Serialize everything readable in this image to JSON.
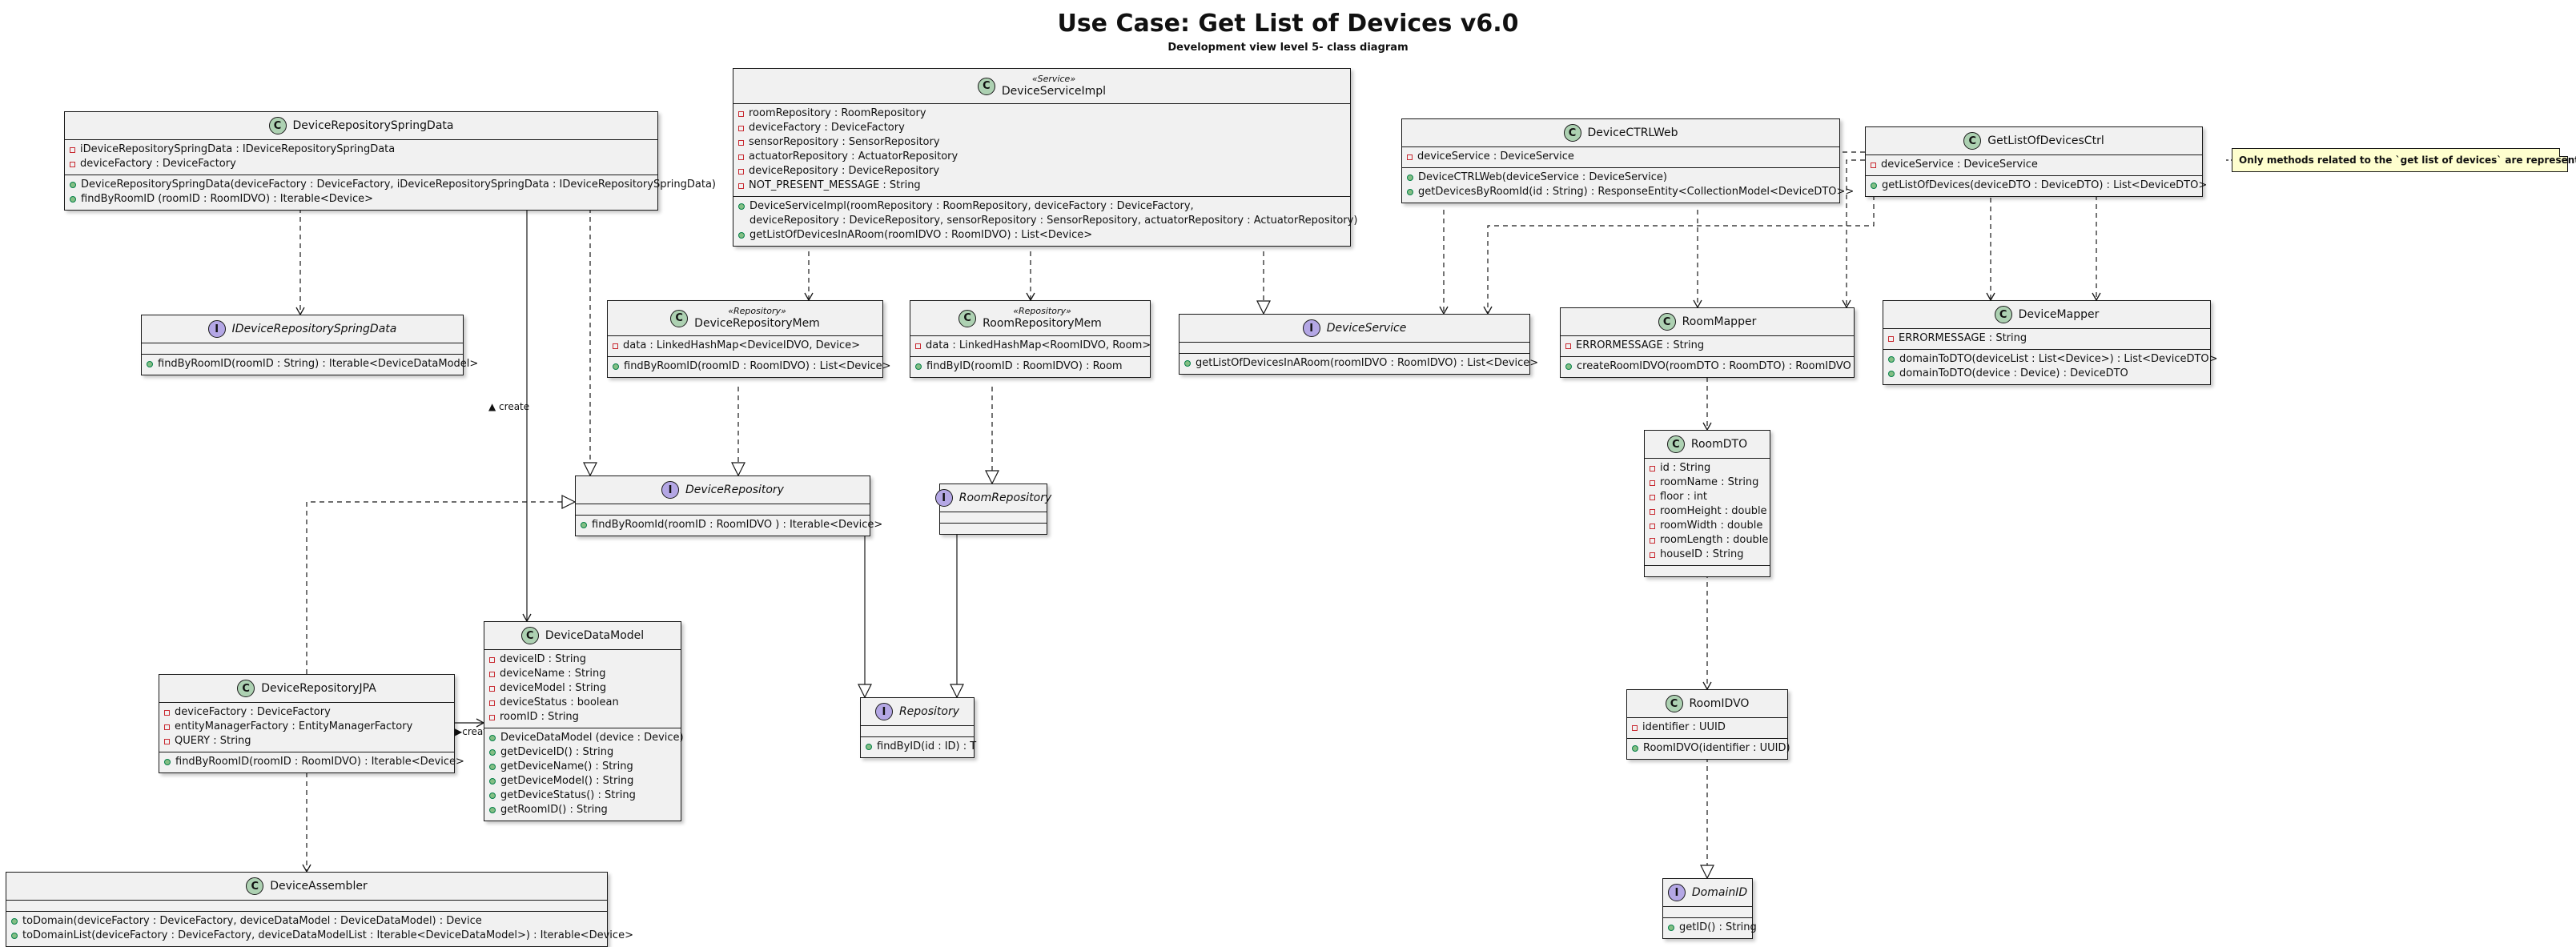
{
  "title": "Use Case: Get List of Devices v6.0",
  "subtitle": "Development view level 5- class diagram",
  "note": "Only methods related to the `get list of devices` are represented",
  "classes": {
    "DeviceRepositorySpringData": {
      "name": "DeviceRepositorySpringData",
      "fields": [
        "iDeviceRepositorySpringData : IDeviceRepositorySpringData",
        "deviceFactory : DeviceFactory"
      ],
      "methods": [
        "DeviceRepositorySpringData(deviceFactory : DeviceFactory, iDeviceRepositorySpringData : IDeviceRepositorySpringData)",
        "findByRoomID (roomID : RoomIDVO) : Iterable<Device>"
      ]
    },
    "DeviceServiceImpl": {
      "stereotype": "«Service»",
      "name": "DeviceServiceImpl",
      "fields": [
        "roomRepository : RoomRepository",
        "deviceFactory : DeviceFactory",
        "sensorRepository : SensorRepository",
        "actuatorRepository : ActuatorRepository",
        "deviceRepository : DeviceRepository",
        "NOT_PRESENT_MESSAGE : String"
      ],
      "methods": [
        "DeviceServiceImpl(roomRepository : RoomRepository, deviceFactory : DeviceFactory,",
        "deviceRepository : DeviceRepository, sensorRepository : SensorRepository, actuatorRepository : ActuatorRepository)",
        "getListOfDevicesInARoom(roomIDVO : RoomIDVO) : List<Device>"
      ]
    },
    "DeviceCTRLWeb": {
      "name": "DeviceCTRLWeb",
      "fields": [
        "deviceService : DeviceService"
      ],
      "methods": [
        "DeviceCTRLWeb(deviceService : DeviceService)",
        "getDevicesByRoomId(id : String) : ResponseEntity<CollectionModel<DeviceDTO>>"
      ]
    },
    "GetListOfDevicesCtrl": {
      "name": "GetListOfDevicesCtrl",
      "fields": [
        "deviceService : DeviceService"
      ],
      "methods": [
        "getListOfDevices(deviceDTO : DeviceDTO) : List<DeviceDTO>"
      ]
    },
    "IDeviceRepositorySpringData": {
      "name": "IDeviceRepositorySpringData",
      "methods": [
        "findByRoomID(roomID : String) : Iterable<DeviceDataModel>"
      ]
    },
    "DeviceRepositoryMem": {
      "stereotype": "«Repository»",
      "name": "DeviceRepositoryMem",
      "fields": [
        "data : LinkedHashMap<DeviceIDVO, Device>"
      ],
      "methods": [
        "findByRoomID(roomID : RoomIDVO) : List<Device>"
      ]
    },
    "RoomRepositoryMem": {
      "stereotype": "«Repository»",
      "name": "RoomRepositoryMem",
      "fields": [
        "data : LinkedHashMap<RoomIDVO, Room>"
      ],
      "methods": [
        "findByID(roomID : RoomIDVO) : Room"
      ]
    },
    "DeviceService": {
      "name": "DeviceService",
      "methods": [
        "getListOfDevicesInARoom(roomIDVO : RoomIDVO) : List<Device>"
      ]
    },
    "RoomMapper": {
      "name": "RoomMapper",
      "fields": [
        "ERRORMESSAGE : String"
      ],
      "methods": [
        "createRoomIDVO(roomDTO : RoomDTO) : RoomIDVO"
      ]
    },
    "DeviceMapper": {
      "name": "DeviceMapper",
      "fields": [
        "ERRORMESSAGE : String"
      ],
      "methods": [
        "domainToDTO(deviceList : List<Device>) : List<DeviceDTO>",
        "domainToDTO(device : Device) : DeviceDTO"
      ]
    },
    "RoomDTO": {
      "name": "RoomDTO",
      "fields": [
        "id : String",
        "roomName : String",
        "floor : int",
        "roomHeight : double",
        "roomWidth : double",
        "roomLength : double",
        "houseID : String"
      ]
    },
    "DeviceRepository": {
      "name": "DeviceRepository",
      "methods": [
        "findByRoomId(roomID : RoomIDVO ) : Iterable<Device>"
      ]
    },
    "RoomRepository": {
      "name": "RoomRepository"
    },
    "DeviceDataModel": {
      "name": "DeviceDataModel",
      "fields": [
        "deviceID : String",
        "deviceName : String",
        "deviceModel : String",
        "deviceStatus : boolean",
        "roomID : String"
      ],
      "methods": [
        "DeviceDataModel (device : Device)",
        "getDeviceID() : String",
        "getDeviceName() : String",
        "getDeviceModel() : String",
        "getDeviceStatus() : String",
        "getRoomID() : String"
      ]
    },
    "DeviceRepositoryJPA": {
      "name": "DeviceRepositoryJPA",
      "fields": [
        "deviceFactory : DeviceFactory",
        "entityManagerFactory : EntityManagerFactory",
        "QUERY : String"
      ],
      "methods": [
        "findByRoomID(roomID : RoomIDVO) : Iterable<Device>"
      ]
    },
    "Repository": {
      "name": "Repository",
      "methods": [
        "findByID(id : ID) : T"
      ]
    },
    "RoomIDVO": {
      "name": "RoomIDVO",
      "fields": [
        "identifier : UUID"
      ],
      "methods": [
        "RoomIDVO(identifier : UUID)"
      ]
    },
    "DeviceAssembler": {
      "name": "DeviceAssembler",
      "methods": [
        "toDomain(deviceFactory : DeviceFactory, deviceDataModel : DeviceDataModel) : Device",
        "toDomainList(deviceFactory : DeviceFactory, deviceDataModelList : Iterable<DeviceDataModel>) : Iterable<Device>"
      ]
    },
    "DomainID": {
      "name": "DomainID",
      "methods": [
        "getID() : String"
      ]
    }
  },
  "edge_labels": {
    "create_spring": "create",
    "create_jpa": "create"
  },
  "colors": {
    "class_fill": "#f1f1f1",
    "class_badge": "#add1b2",
    "interface_badge": "#b4a7e5",
    "note_fill": "#fefece",
    "line": "#181818"
  }
}
